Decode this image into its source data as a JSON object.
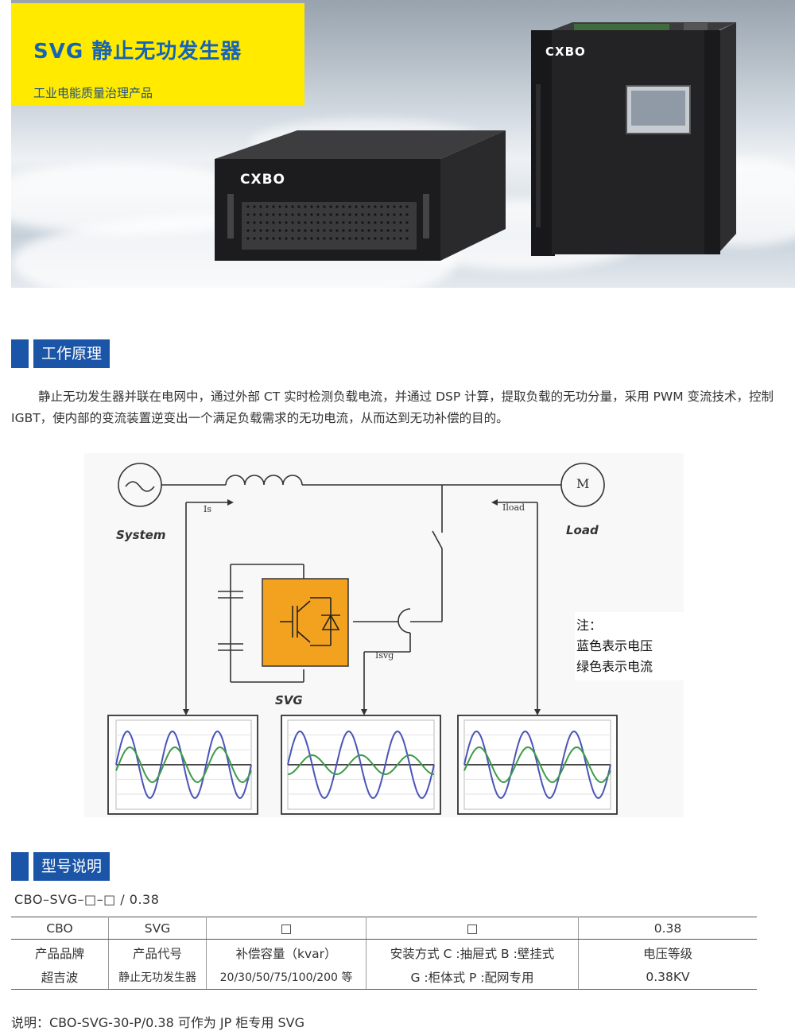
{
  "banner": {
    "title": "SVG 静止无功发生器",
    "subtitle": "工业电能质量治理产品",
    "logo": "CXBO"
  },
  "principle": {
    "heading": "工作原理",
    "text": "静止无功发生器并联在电网中，通过外部 CT 实时检测负载电流，并通过 DSP 计算，提取负载的无功分量，采用 PWM 变流技术，控制 IGBT，使内部的变流装置逆变出一个满足负载需求的无功电流，从而达到无功补偿的目的。"
  },
  "diagram": {
    "system_label": "System",
    "load_label": "Load",
    "svg_label": "SVG",
    "motor_label": "M",
    "is_label": "Is",
    "iload_label": "Iload",
    "isvg_label": "Isvg",
    "note_title": "注：",
    "note_line1": "蓝色表示电压",
    "note_line2": "绿色表示电流",
    "colors": {
      "voltage": "#4a55b8",
      "current": "#3f9a4a",
      "svg_block": "#f3a21f"
    }
  },
  "model": {
    "heading": "型号说明",
    "code": "CBO–SVG–□–□ / 0.38",
    "table": [
      [
        "CBO",
        "SVG",
        "□",
        "□",
        "0.38"
      ],
      [
        "产品品牌",
        "产品代号",
        "补偿容量（kvar）",
        "安装方式 C :抽屉式 B :壁挂式",
        "电压等级"
      ],
      [
        "超吉波",
        "静止无功发生器",
        "20/30/50/75/100/200 等",
        "G :柜体式  P :配网专用",
        "0.38KV"
      ]
    ],
    "footnote": "说明：CBO-SVG-30-P/0.38 可作为 JP 柜专用 SVG"
  }
}
